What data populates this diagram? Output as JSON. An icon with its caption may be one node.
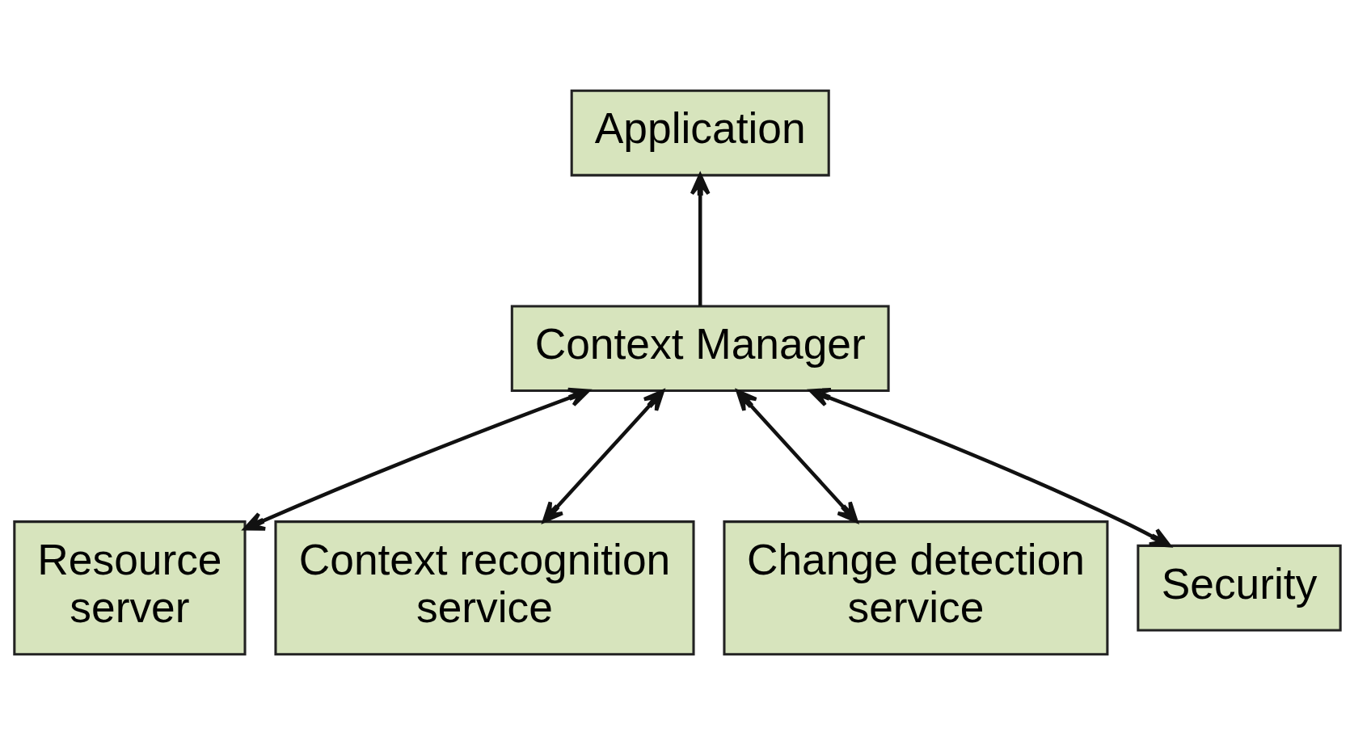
{
  "diagram": {
    "nodes": [
      {
        "text": [
          "Application"
        ]
      },
      {
        "text": [
          "Context Manager"
        ]
      },
      {
        "text": [
          "Resource server"
        ]
      },
      {
        "text": [
          "Context recognition service"
        ]
      },
      {
        "text": [
          "Change detection service"
        ]
      },
      {
        "text": [
          "Security"
        ]
      }
    ],
    "edges": [
      {
        "from": 1,
        "to": 0,
        "arrow": "to"
      },
      {
        "from": 2,
        "to": 1,
        "arrow": "both"
      },
      {
        "from": 3,
        "to": 1,
        "arrow": "both"
      },
      {
        "from": 4,
        "to": 1,
        "arrow": "both"
      },
      {
        "from": 5,
        "to": 1,
        "arrow": "both"
      }
    ]
  }
}
